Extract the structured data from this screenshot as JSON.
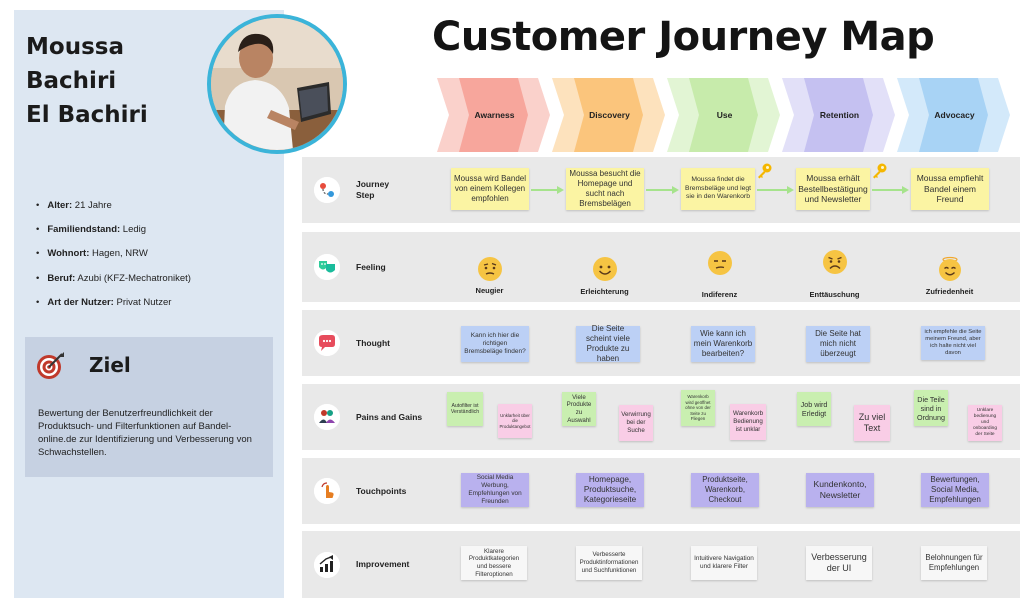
{
  "persona": {
    "name_lines": [
      "Moussa",
      "Bachiri",
      "El Bachiri"
    ],
    "facts": [
      {
        "label": "Alter:",
        "value": " 21 Jahre"
      },
      {
        "label": "Familiendstand:",
        "value": " Ledig"
      },
      {
        "label": "Wohnort:",
        "value": " Hagen, NRW"
      },
      {
        "label": "Beruf:",
        "value": " Azubi (KFZ-Mechatroniket)"
      },
      {
        "label": "Art der Nutzer:",
        "value": " Privat Nutzer"
      }
    ],
    "goal_title": "Ziel",
    "goal_text": "Bewertung der Benutzerfreundlichkeit der Produktsuch- und Filterfunktionen auf Bandel-online.de zur Identifizierung und Verbesserung von Schwachstellen.",
    "goal_icon": "target-icon"
  },
  "title": "Customer Journey Map",
  "phases": [
    {
      "label": "Awarness",
      "color": "#f7a69c",
      "light": "#fad1cb"
    },
    {
      "label": "Discovery",
      "color": "#fbc57c",
      "light": "#fde2bd"
    },
    {
      "label": "Use",
      "color": "#c7ebab",
      "light": "#e2f5d4"
    },
    {
      "label": "Retention",
      "color": "#c5c1f1",
      "light": "#e2e0f8"
    },
    {
      "label": "Advocacy",
      "color": "#a8d3f5",
      "light": "#d3e9fa"
    }
  ],
  "rows": [
    {
      "label_lines": [
        "Journey",
        "Step"
      ],
      "icon": "journey-icon"
    },
    {
      "label_lines": [
        "Feeling"
      ],
      "icon": "theater-masks-icon"
    },
    {
      "label_lines": [
        "Thought"
      ],
      "icon": "speech-bubble-icon"
    },
    {
      "label_lines": [
        "Pains and Gains"
      ],
      "icon": "people-icon"
    },
    {
      "label_lines": [
        "Touchpoints"
      ],
      "icon": "touch-icon"
    },
    {
      "label_lines": [
        "Improvement"
      ],
      "icon": "growth-chart-icon"
    }
  ],
  "journey_steps": [
    "Moussa wird Bandel von einem Kollegen empfohlen",
    "Moussa besucht die Homepage und sucht nach Bremsbelägen",
    "Moussa findet die Bremsbeläge und legt sie in den Warenkorb",
    "Moussa erhält Bestellbestätigung und Newsletter",
    "Moussa empfiehlt Bandel einem Freund"
  ],
  "feelings": [
    {
      "label": "Neugier",
      "emoji": "curious-face-icon"
    },
    {
      "label": "Erleichterung",
      "emoji": "smiling-face-icon"
    },
    {
      "label": "Indiferenz",
      "emoji": "unamused-face-icon"
    },
    {
      "label": "Enttäuschung",
      "emoji": "frowning-face-icon"
    },
    {
      "label": "Zufriedenheit",
      "emoji": "angel-face-icon"
    }
  ],
  "thoughts": [
    "Kann ich hier die richtigen Bremsbeläge finden?",
    "Die Seite scheint viele Produkte zu haben",
    "Wie kann ich mein Warenkorb bearbeiten?",
    "Die Seite hat mich nicht überzeugt",
    "ich empfehle die Seite meinem Freund, aber ich halte nicht viel davon"
  ],
  "gains": [
    "Autofilter ist Verständlich",
    "Viele Produkte zu Auswahl",
    "Warenkorb wird geöffnet ohne von der Seite zu Fliegen",
    "Job wird Erledigt",
    "Die Teile sind in Ordnung"
  ],
  "pains": [
    "Unklarheit über die Produktangebot",
    "Verwirrung bei der Suche",
    "Warenkorb Bedienung ist unklar",
    "Zu viel Text",
    "Unklare bedienung und onboarding der Seite"
  ],
  "touchpoints": [
    "Social Media Werbung, Empfehlungen von Freunden",
    "Homepage, Produktsuche, Kategorieseite",
    "Produktseite, Warenkorb, Checkout",
    "Kundenkonto, Newsletter",
    "Bewertungen, Social Media, Empfehlungen"
  ],
  "improvements": [
    "Klarere Produktkategorien und bessere Filteroptionen",
    "Verbesserte Produktinformationen und Suchfunktionen",
    "Intuitivere Navigation und klarere Filter",
    "Verbesserung der UI",
    "Belohnungen für Empfehlungen"
  ],
  "colors": {
    "panel": "#dde7f2",
    "goal_panel": "#c6d1e2",
    "photo_ring": "#3bb4d9",
    "row_bg": "#e9e9e9",
    "arrow": "#a6e38c",
    "key": "#f5b700"
  }
}
